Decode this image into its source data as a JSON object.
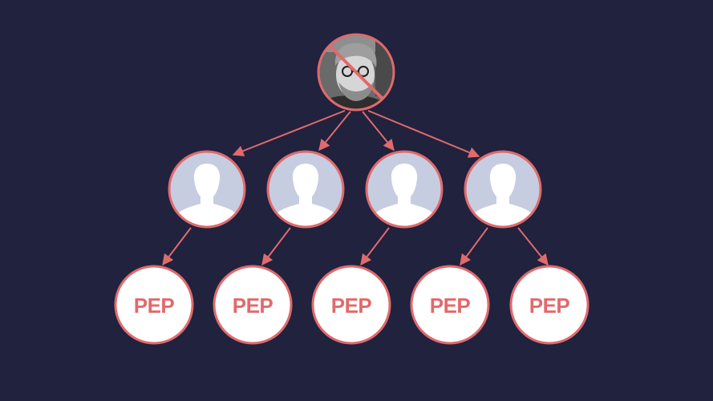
{
  "diagram": {
    "top_node": {
      "name": "portrait",
      "crossed_out": true
    },
    "middle_nodes": [
      {
        "icon": "person-silhouette-icon"
      },
      {
        "icon": "person-silhouette-icon"
      },
      {
        "icon": "person-silhouette-icon"
      },
      {
        "icon": "person-silhouette-icon"
      }
    ],
    "bottom_nodes": [
      {
        "label": "PEP"
      },
      {
        "label": "PEP"
      },
      {
        "label": "PEP"
      },
      {
        "label": "PEP"
      },
      {
        "label": "PEP"
      }
    ],
    "colors": {
      "background": "#20223e",
      "accent": "#e06a6c",
      "avatar_bg": "#c7cde0",
      "node_fill": "#ffffff"
    }
  }
}
